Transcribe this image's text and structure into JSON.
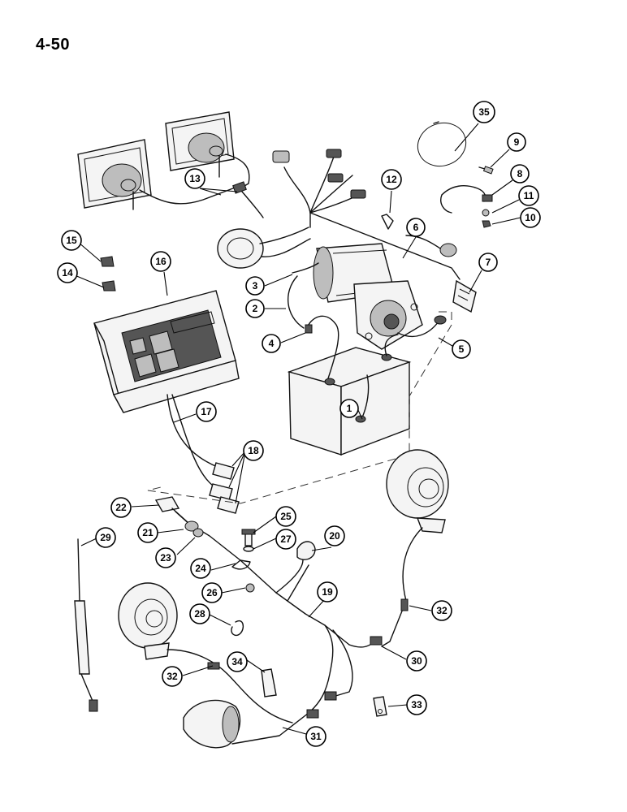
{
  "page_number": "4-50",
  "callouts": [
    {
      "id": "35",
      "label": "35"
    },
    {
      "id": "9",
      "label": "9"
    },
    {
      "id": "8",
      "label": "8"
    },
    {
      "id": "11",
      "label": "11"
    },
    {
      "id": "10",
      "label": "10"
    },
    {
      "id": "12",
      "label": "12"
    },
    {
      "id": "13",
      "label": "13"
    },
    {
      "id": "6",
      "label": "6"
    },
    {
      "id": "7",
      "label": "7"
    },
    {
      "id": "15",
      "label": "15"
    },
    {
      "id": "14",
      "label": "14"
    },
    {
      "id": "16",
      "label": "16"
    },
    {
      "id": "3",
      "label": "3"
    },
    {
      "id": "2",
      "label": "2"
    },
    {
      "id": "4",
      "label": "4"
    },
    {
      "id": "5",
      "label": "5"
    },
    {
      "id": "1",
      "label": "1"
    },
    {
      "id": "17",
      "label": "17"
    },
    {
      "id": "18",
      "label": "18"
    },
    {
      "id": "22",
      "label": "22"
    },
    {
      "id": "25",
      "label": "25"
    },
    {
      "id": "29",
      "label": "29"
    },
    {
      "id": "21",
      "label": "21"
    },
    {
      "id": "27",
      "label": "27"
    },
    {
      "id": "20",
      "label": "20"
    },
    {
      "id": "23",
      "label": "23"
    },
    {
      "id": "24",
      "label": "24"
    },
    {
      "id": "26",
      "label": "26"
    },
    {
      "id": "19",
      "label": "19"
    },
    {
      "id": "28",
      "label": "28"
    },
    {
      "id": "32a",
      "label": "32"
    },
    {
      "id": "30",
      "label": "30"
    },
    {
      "id": "32b",
      "label": "32"
    },
    {
      "id": "34",
      "label": "34"
    },
    {
      "id": "33",
      "label": "33"
    },
    {
      "id": "31",
      "label": "31"
    }
  ]
}
